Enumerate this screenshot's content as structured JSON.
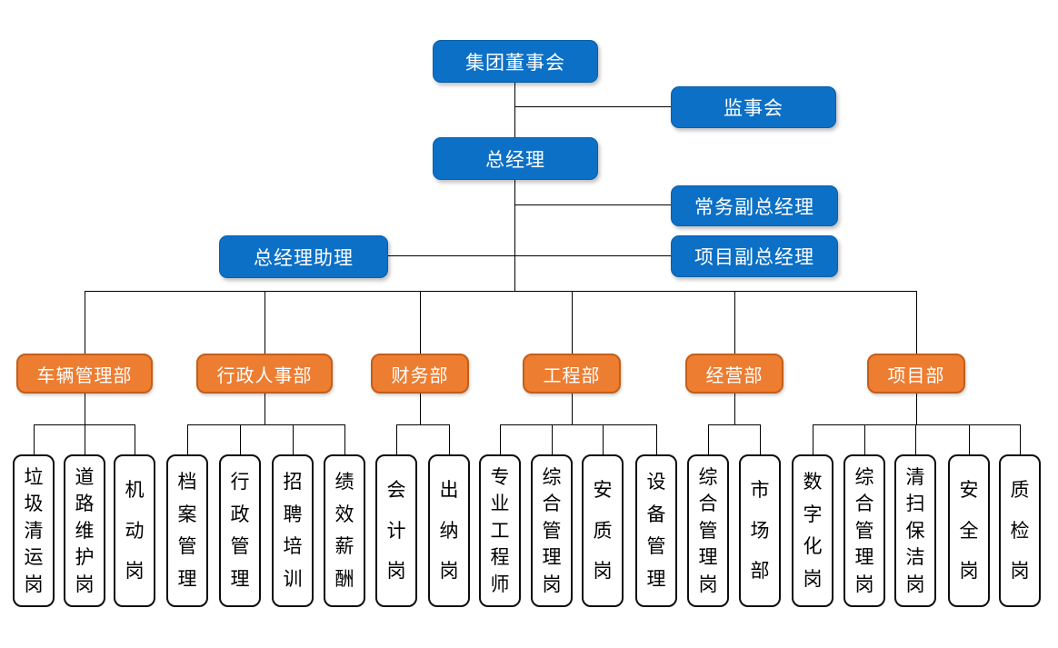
{
  "colors": {
    "executive_box": "#0C70C6",
    "department_box": "#ED7D31",
    "department_border": "#C55E17",
    "line": "#000000",
    "position_box_border": "#0d0d0d",
    "box_text": "#ffffff",
    "position_text": "#000000"
  },
  "executive": {
    "board": "集团董事会",
    "supervisory": "监事会",
    "general_manager": "总经理",
    "exec_deputy_gm": "常务副总经理",
    "gm_assistant": "总经理助理",
    "project_deputy_gm": "项目副总经理"
  },
  "departments": [
    {
      "name": "车辆管理部",
      "positions": [
        "垃圾清运岗",
        "道路维护岗",
        "机动岗"
      ]
    },
    {
      "name": "行政人事部",
      "positions": [
        "档案管理",
        "行政管理",
        "招聘培训",
        "绩效薪酬"
      ]
    },
    {
      "name": "财务部",
      "positions": [
        "会计岗",
        "出纳岗"
      ]
    },
    {
      "name": "工程部",
      "positions": [
        "专业工程师",
        "综合管理岗",
        "安质岗",
        "设备管理"
      ]
    },
    {
      "name": "经营部",
      "positions": [
        "综合管理岗",
        "市场部"
      ]
    },
    {
      "name": "项目部",
      "positions": [
        "数字化岗",
        "综合管理岗",
        "清扫保洁岗",
        "安全岗",
        "质检岗"
      ]
    }
  ]
}
